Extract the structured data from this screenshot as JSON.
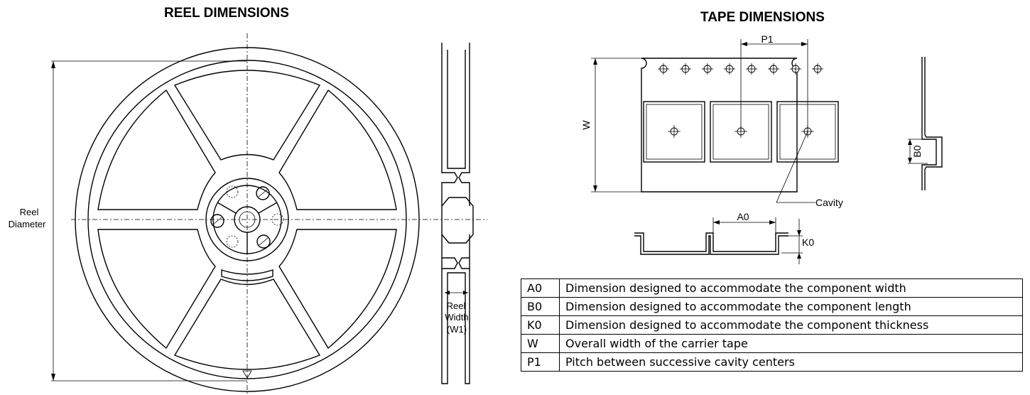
{
  "reel": {
    "title": "REEL DIMENSIONS",
    "diameter_label_line1": "Reel",
    "diameter_label_line2": "Diameter",
    "width_label_line1": "Reel",
    "width_label_line2": "Width",
    "width_label_line3": "(W1)"
  },
  "tape": {
    "title": "TAPE DIMENSIONS",
    "p1_label": "P1",
    "w_label": "W",
    "b0_label": "B0",
    "a0_label": "A0",
    "k0_label": "K0",
    "cavity_label": "Cavity"
  },
  "legend": [
    {
      "symbol": "A0",
      "description": "Dimension designed to accommodate the component width"
    },
    {
      "symbol": "B0",
      "description": "Dimension designed to accommodate the component length"
    },
    {
      "symbol": "K0",
      "description": "Dimension designed to accommodate the component thickness"
    },
    {
      "symbol": "W",
      "description": "Overall width of the carrier tape"
    },
    {
      "symbol": "P1",
      "description": "Pitch between successive cavity centers"
    }
  ]
}
